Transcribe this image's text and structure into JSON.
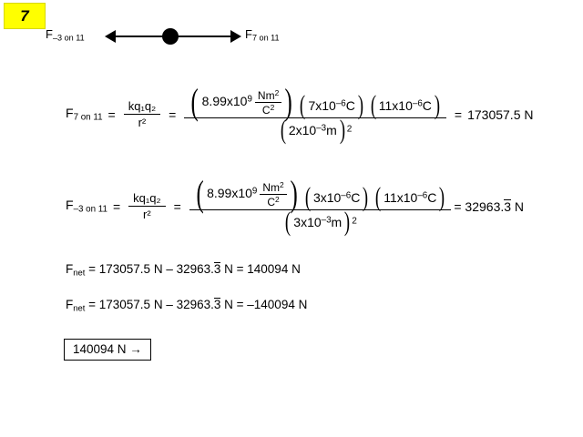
{
  "slide": {
    "badge_number": "7"
  },
  "diagram": {
    "left_force_symbol": "F",
    "left_force_subscript": "–3 on 11",
    "right_force_symbol": "F",
    "right_force_subscript": "7 on 11",
    "particle": "charged-particle-dot"
  },
  "equations": [
    {
      "id": "force-7-on-11",
      "lhs_symbol": "F",
      "lhs_subscript": "7 on 11",
      "equals_1": "=",
      "formula_numerator": "kq₁q₂",
      "formula_denominator": "r²",
      "equals_2": "=",
      "constant_value": "8.99x10",
      "constant_exponent": "9",
      "constant_unit_numerator": "Nm",
      "constant_unit_numerator_exp": "2",
      "constant_unit_denominator": "C",
      "constant_unit_denominator_exp": "2",
      "charge1_value": "7x10",
      "charge1_exponent": "–6",
      "charge1_unit": "C",
      "charge2_value": "11x10",
      "charge2_exponent": "–6",
      "charge2_unit": "C",
      "distance_value": "2x10",
      "distance_exponent": "–3",
      "distance_unit": "m",
      "distance_power": "2",
      "equals_3": "=",
      "result": "173057.5 N"
    },
    {
      "id": "force-neg3-on-11",
      "lhs_symbol": "F",
      "lhs_subscript": "–3 on 11",
      "equals_1": "=",
      "formula_numerator": "kq₁q₂",
      "formula_denominator": "r²",
      "equals_2": "=",
      "constant_value": "8.99x10",
      "constant_exponent": "9",
      "constant_unit_numerator": "Nm",
      "constant_unit_numerator_exp": "2",
      "constant_unit_denominator": "C",
      "constant_unit_denominator_exp": "2",
      "charge1_value": "3x10",
      "charge1_exponent": "–6",
      "charge1_unit": "C",
      "charge2_value": "11x10",
      "charge2_exponent": "–6",
      "charge2_unit": "C",
      "distance_value": "3x10",
      "distance_exponent": "–3",
      "distance_unit": "m",
      "distance_power": "2",
      "equals_3": "=",
      "result_prefix": "= 32963.",
      "result_repeating_digit": "3",
      "result_suffix": " N"
    }
  ],
  "net_force_lines": [
    {
      "id": "fnet-positive",
      "symbol": "F",
      "subscript": "net",
      "prefix": " = 173057.5 N – 32963.",
      "repeating_digit": "3",
      "suffix": " N = 140094 N"
    },
    {
      "id": "fnet-negative",
      "symbol": "F",
      "subscript": "net",
      "prefix": " = 173057.5 N – 32963.",
      "repeating_digit": "3",
      "suffix": " N = –140094 N"
    }
  ],
  "answer": {
    "text": "140094 N →"
  }
}
